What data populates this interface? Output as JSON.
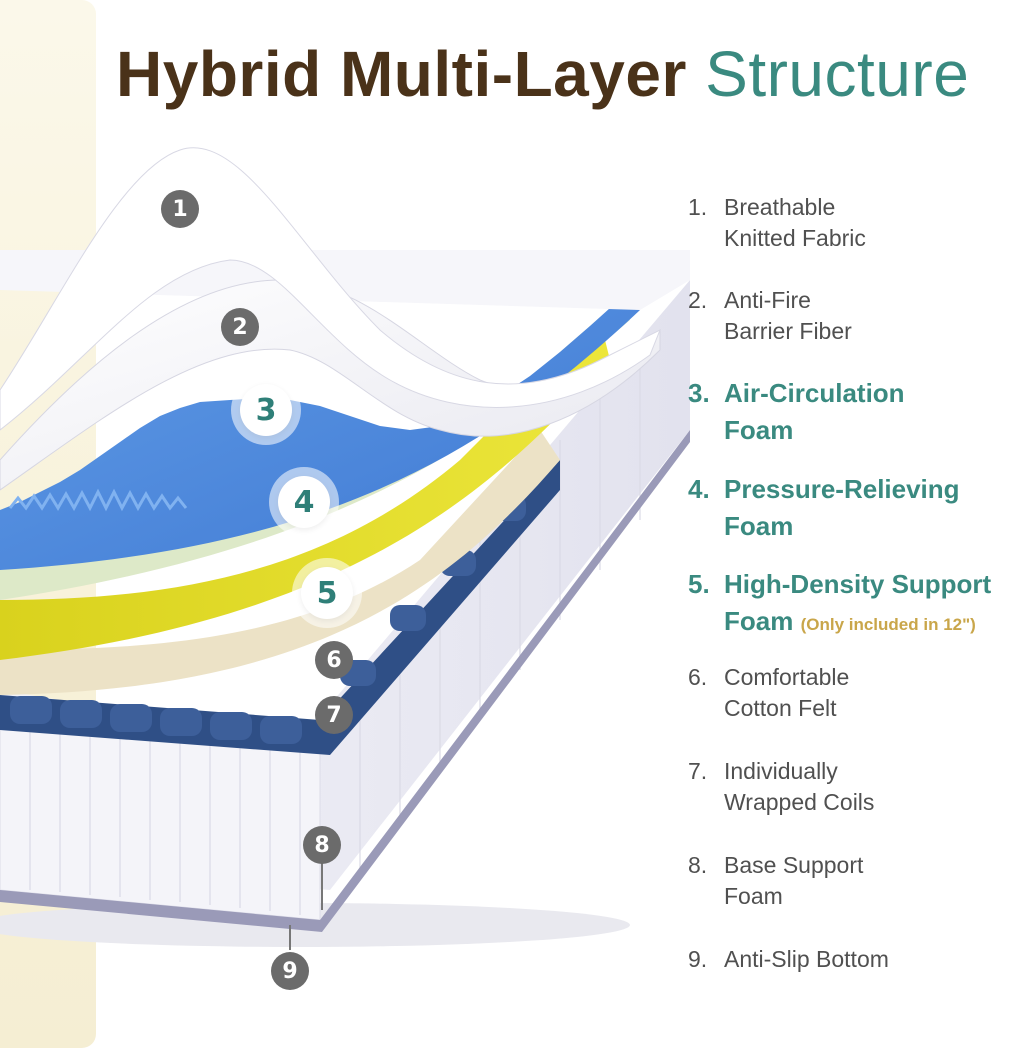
{
  "title": {
    "part1": "Hybrid Multi-Layer",
    "part2": "Structure"
  },
  "colors": {
    "title_dark": "#4a3219",
    "accent_teal": "#3a8a80",
    "note_gold": "#c9a64a"
  },
  "badges": [
    "1",
    "2",
    "3",
    "4",
    "5",
    "6",
    "7",
    "8",
    "9"
  ],
  "layers": [
    {
      "num": "1.",
      "lines": [
        "Breathable",
        "Knitted Fabric"
      ]
    },
    {
      "num": "2.",
      "lines": [
        "Anti-Fire",
        "Barrier Fiber"
      ]
    },
    {
      "num": "3.",
      "lines": [
        "Air-Circulation",
        "Foam"
      ]
    },
    {
      "num": "4.",
      "lines": [
        "Pressure-Relieving",
        "Foam"
      ]
    },
    {
      "num": "5.",
      "lines": [
        "High-Density Support",
        "Foam"
      ],
      "note": "(Only included in 12\")"
    },
    {
      "num": "6.",
      "lines": [
        "Comfortable",
        "Cotton Felt"
      ]
    },
    {
      "num": "7.",
      "lines": [
        "Individually",
        "Wrapped Coils"
      ]
    },
    {
      "num": "8.",
      "lines": [
        "Base Support",
        "Foam"
      ]
    },
    {
      "num": "9.",
      "lines": [
        "Anti-Slip Bottom"
      ]
    }
  ]
}
